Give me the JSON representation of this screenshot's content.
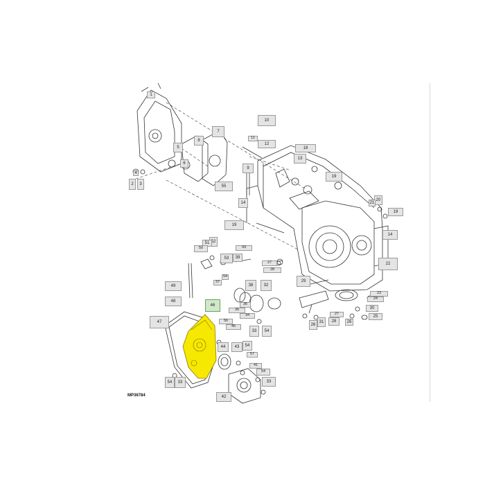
{
  "diagram": {
    "code": "MP36784",
    "highlight_color": "#f6e800",
    "line_color": "#333333",
    "label_bg": "#e4e4e4",
    "callouts": {
      "c1": "1",
      "c2": "2",
      "c3": "3",
      "c4": "4",
      "c5": "5",
      "c6": "6",
      "c7": "7",
      "c8": "8",
      "c9": "9",
      "c10": "10",
      "c11": "11",
      "c12": "12",
      "c13": "13",
      "c14": "14",
      "c18": "18",
      "c19a": "19",
      "c19b": "19",
      "c19c": "19",
      "c20": "20",
      "c21": "21",
      "c14b": "14",
      "c22": "22",
      "c52": "52",
      "c51": "51",
      "c50": "50",
      "c43": "43",
      "c53": "53",
      "c39": "39",
      "c27a": "27",
      "c28a": "28",
      "c37": "37",
      "c38": "38",
      "c32": "32",
      "c29": "29",
      "c23": "23",
      "c24": "24",
      "c30": "30",
      "c25": "25",
      "c27b": "27",
      "c28b": "28",
      "c26": "26",
      "c31": "31",
      "c49": "49",
      "c48": "48",
      "c46": "46",
      "c47": "47",
      "c56": "56",
      "c45": "45",
      "c44": "44",
      "c43b": "43",
      "c54a": "54",
      "c57": "57",
      "c41": "41",
      "c42": "42",
      "c54b": "54",
      "c33a": "33",
      "c36": "36",
      "c35": "35",
      "c34": "34",
      "c33b": "33",
      "c54c": "54",
      "c54d": "54",
      "c33c": "33",
      "c55": "55"
    }
  }
}
